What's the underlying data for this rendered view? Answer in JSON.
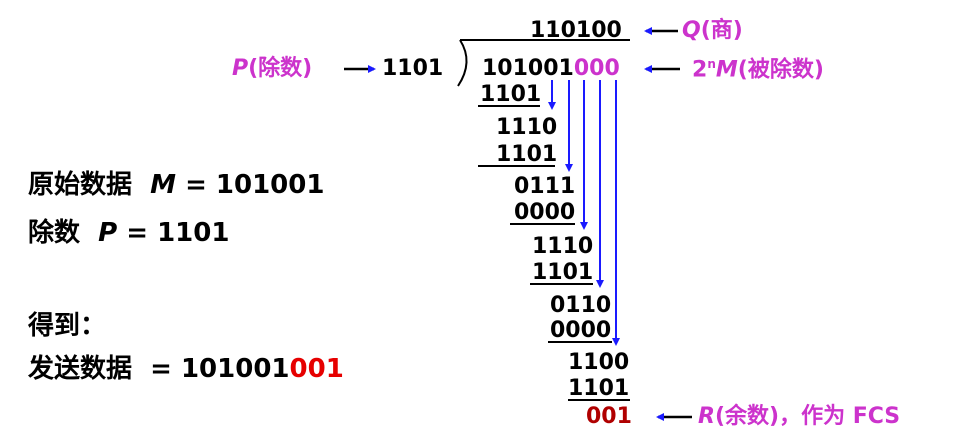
{
  "quotient": {
    "value": "110100",
    "label_letter": "Q",
    "label_rest": "(商)"
  },
  "divisor": {
    "label_letter": "P",
    "label_rest": "(除数)",
    "value": "1101"
  },
  "dividend": {
    "value_main": "101001",
    "value_zeros": "000",
    "label_prefix": "2",
    "label_sup": "n",
    "label_letter": "M",
    "label_rest": "(被除数)"
  },
  "steps": [
    "1101",
    "1110",
    "1101",
    "0111",
    "0000",
    "1110",
    "1101",
    "0110",
    "0000",
    "1100",
    "1101"
  ],
  "remainder": {
    "value": "001",
    "label_letter": "R",
    "label_rest": "(余数)，作为 FCS"
  },
  "info": {
    "original_label": "原始数据",
    "m_letter": "M",
    "m_value": "= 101001",
    "divisor_label": "除数",
    "p_letter": "P",
    "p_value": "= 1101",
    "result_label": "得到：",
    "send_label": "发送数据",
    "send_eq": "= ",
    "send_main": "101001",
    "send_fcs": "001"
  },
  "colors": {
    "magenta": "#cc33cc",
    "blue": "#1a1aff",
    "red": "#e60000",
    "dark_red": "#b00000"
  }
}
